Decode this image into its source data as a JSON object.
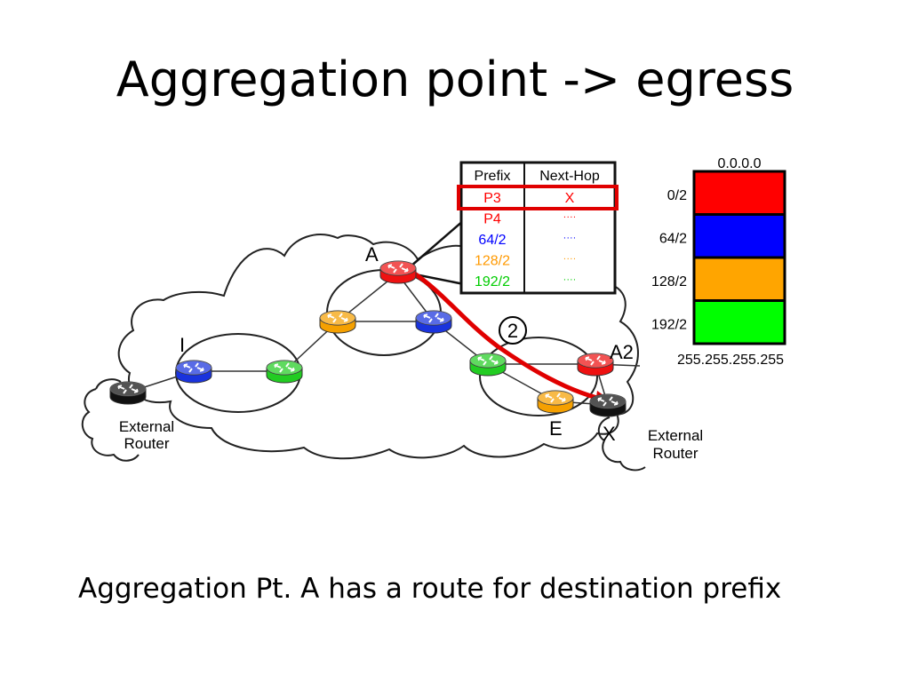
{
  "slide": {
    "title": "Aggregation point -> egress",
    "caption": "Aggregation Pt. A has a route for destination prefix"
  },
  "routing_table": {
    "headers": [
      "Prefix",
      "Next-Hop"
    ],
    "rows": [
      {
        "prefix": "P3",
        "next_hop": "X",
        "color": "#ff0000",
        "highlighted": true
      },
      {
        "prefix": "P4",
        "next_hop": "····",
        "color": "#ff0000",
        "highlighted": false
      },
      {
        "prefix": "64/2",
        "next_hop": "····",
        "color": "#0000ff",
        "highlighted": false
      },
      {
        "prefix": "128/2",
        "next_hop": "····",
        "color": "#ff9900",
        "highlighted": false
      },
      {
        "prefix": "192/2",
        "next_hop": "····",
        "color": "#00cc00",
        "highlighted": false
      }
    ]
  },
  "address_space": {
    "top_label": "0.0.0.0",
    "bottom_label": "255.255.255.255",
    "blocks": [
      {
        "label": "0/2",
        "color": "#ff0000"
      },
      {
        "label": "64/2",
        "color": "#0000ff"
      },
      {
        "label": "128/2",
        "color": "#ffa500"
      },
      {
        "label": "192/2",
        "color": "#00ff00"
      }
    ]
  },
  "network": {
    "node_labels": {
      "a": "A",
      "a2": "A2",
      "i": "I",
      "e": "E",
      "x": "X"
    },
    "step_marker": "2",
    "external_router_left": [
      "External",
      "Router"
    ],
    "external_router_right": [
      "External",
      "Router"
    ]
  },
  "colors": {
    "red": "#ee1111",
    "blue": "#1a33dd",
    "orange": "#f5a000",
    "green": "#22cc22",
    "black": "#111111",
    "path": "#e00000",
    "highlight_box": "#e00000"
  }
}
